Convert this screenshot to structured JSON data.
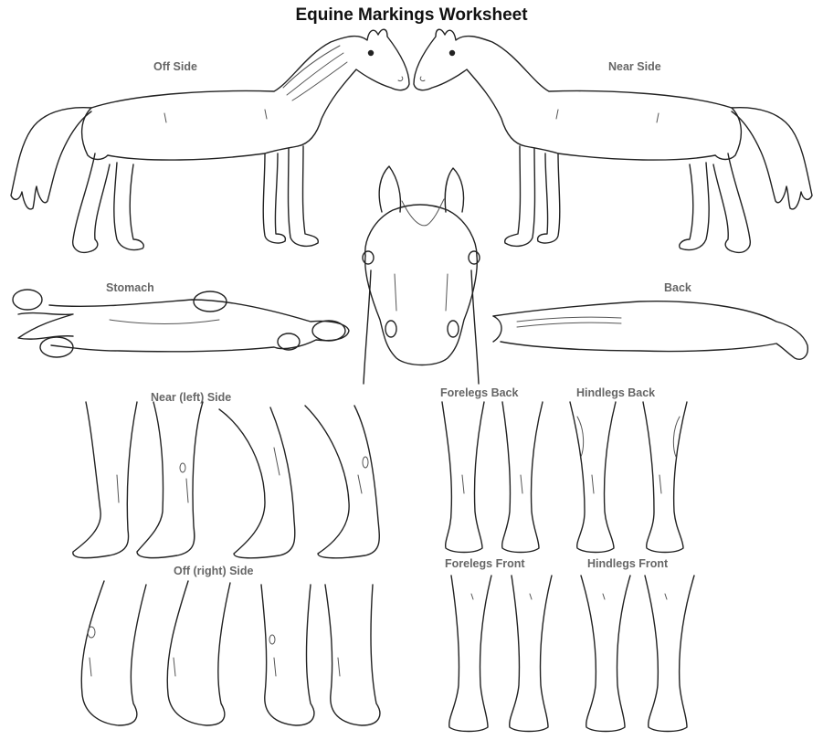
{
  "title": "Equine Markings Worksheet",
  "labels": {
    "off_side": "Off Side",
    "near_side": "Near Side",
    "stomach": "Stomach",
    "back": "Back",
    "near_left_side": "Near (left) Side",
    "off_right_side": "Off (right) Side",
    "forelegs_back": "Forelegs Back",
    "hindlegs_back": "Hindlegs Back",
    "forelegs_front": "Forelegs Front",
    "hindlegs_front": "Hindlegs Front"
  },
  "colors": {
    "line": "#222222",
    "label": "#666666",
    "title": "#111111"
  }
}
